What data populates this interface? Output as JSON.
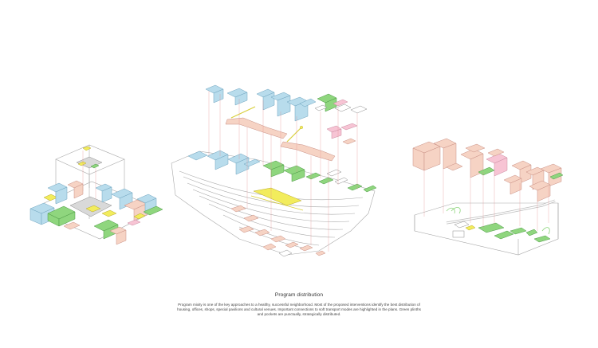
{
  "caption": {
    "title": "Program distribution",
    "body": "Program mixity is one of the key approaches to a healthy, successful neighborhood. Most of the proposed interventions identify the best distribution of housing, offices, shops, special pavilions and cultural venues. Important connections to soft transport modes are highlighted in the plans. Green plinths and pockets are punctually, strategically distributed."
  },
  "colors": {
    "housing": "#f6d3c4",
    "office": "#b8dcec",
    "commercial": "#8fd67e",
    "special": "#f2ec5c",
    "cultural": "#f7c4d4",
    "linework": "#9a9a9a",
    "projection": "#e58a8a"
  },
  "diagrams": [
    {
      "name": "left-axonometric-cluster"
    },
    {
      "name": "center-exploded-axonometric"
    },
    {
      "name": "right-exploded-axonometric"
    }
  ]
}
